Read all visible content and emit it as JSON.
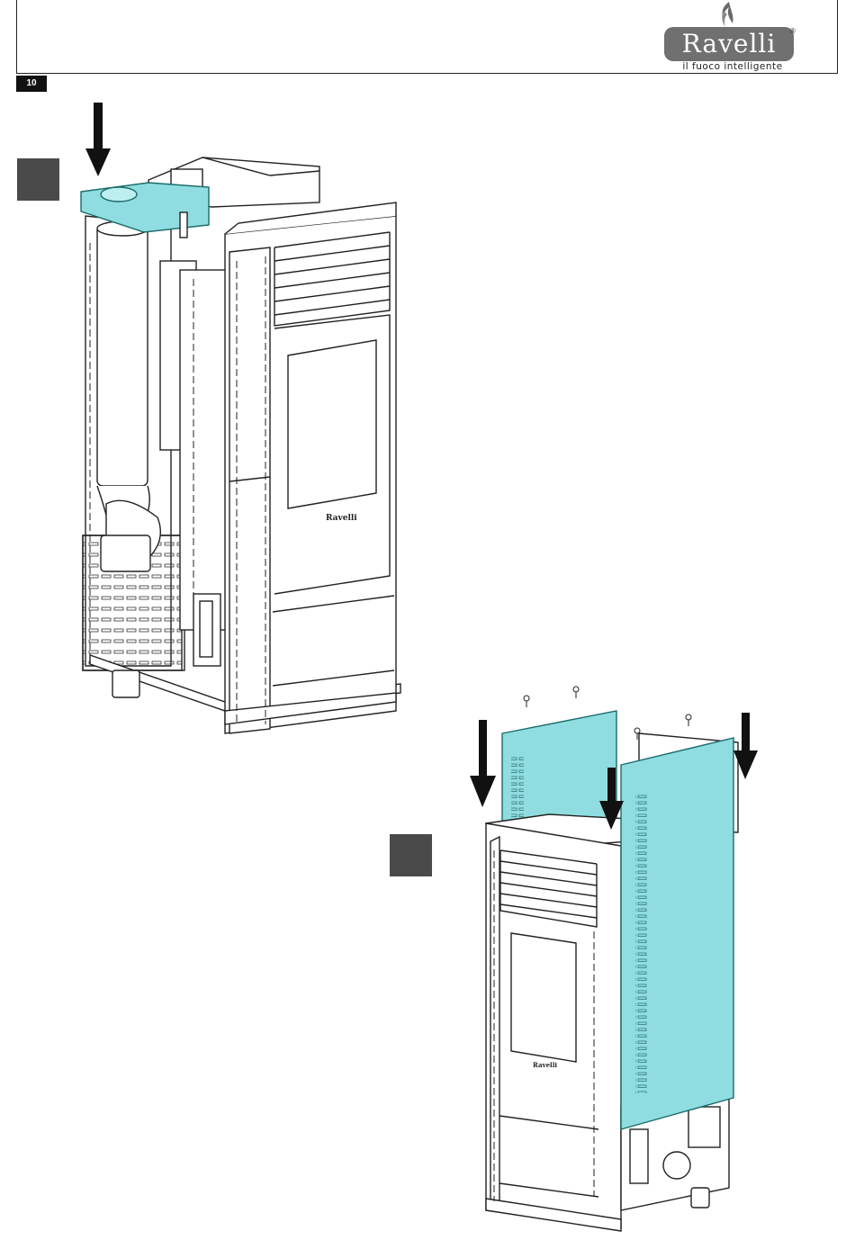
{
  "header": {
    "page_number": "10",
    "brand": "Ravelli",
    "tagline": "il fuoco intelligente",
    "registered_mark": "®"
  },
  "figures": {
    "stove_front_logo": "Ravelli"
  },
  "colors": {
    "highlight_cyan": "#8fdde0",
    "step_marker": "#4a4a4a",
    "line": "#222222"
  }
}
